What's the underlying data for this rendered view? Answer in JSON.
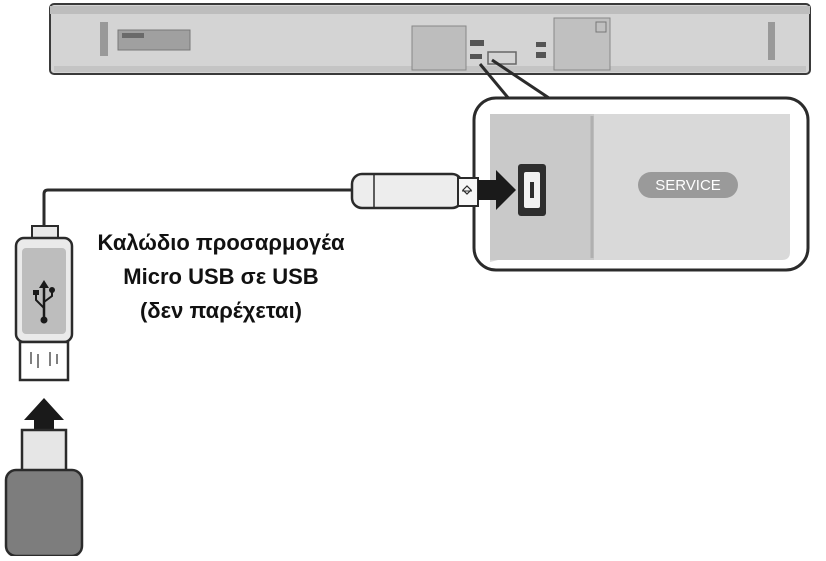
{
  "diagram": {
    "service_port_label": "SERVICE",
    "cable_caption": {
      "line1": "Καλώδιο προσαρμογέα",
      "line2": "Micro USB σε USB",
      "line3": "(δεν παρέχεται)"
    }
  },
  "colors": {
    "device_body": "#d6d6d6",
    "device_dark": "#a9a9a9",
    "outline": "#2b2b2b",
    "flash_drive": "#7d7d7d",
    "arrow": "#1a1a1a"
  }
}
